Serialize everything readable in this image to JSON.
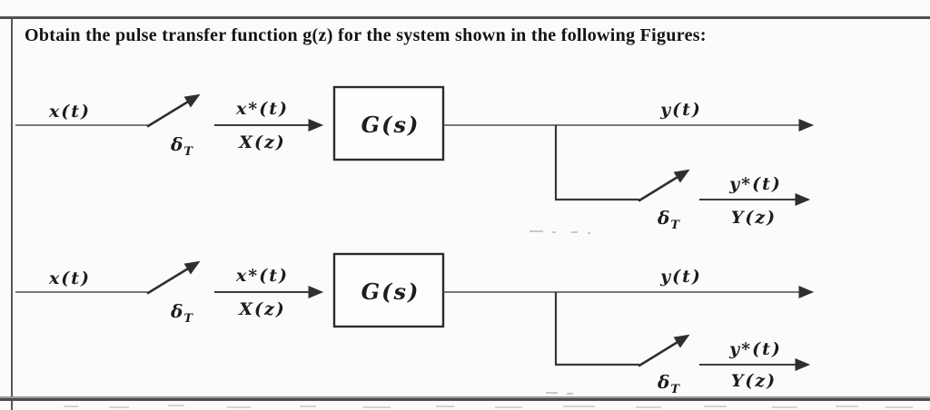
{
  "title": "Obtain the pulse transfer function g(z) for the system shown in the following Figures:",
  "colors": {
    "background": "#fbfbfb",
    "frame_border": "#4f4f4f",
    "diagram_line": "#4a4a4a",
    "block_stroke": "#2c2c2c",
    "text": "#1d1d1d"
  },
  "diagrams": [
    {
      "input_signal": "x(t)",
      "input_sampler_delta": "δ",
      "input_sampler_period": "T",
      "sampled_signal": "x*(t)",
      "sampled_transform": "X(z)",
      "block_label": "G(s)",
      "output_signal": "y(t)",
      "output_sampler_delta": "δ",
      "output_sampler_period": "T",
      "output_sampled_signal": "y*(t)",
      "output_sampled_transform": "Y(z)"
    },
    {
      "input_signal": "x(t)",
      "input_sampler_delta": "δ",
      "input_sampler_period": "T",
      "sampled_signal": "x*(t)",
      "sampled_transform": "X(z)",
      "block_label": "G(s)",
      "output_signal": "y(t)",
      "output_sampler_delta": "δ",
      "output_sampler_period": "T",
      "output_sampled_signal": "y*(t)",
      "output_sampled_transform": "Y(z)"
    }
  ]
}
